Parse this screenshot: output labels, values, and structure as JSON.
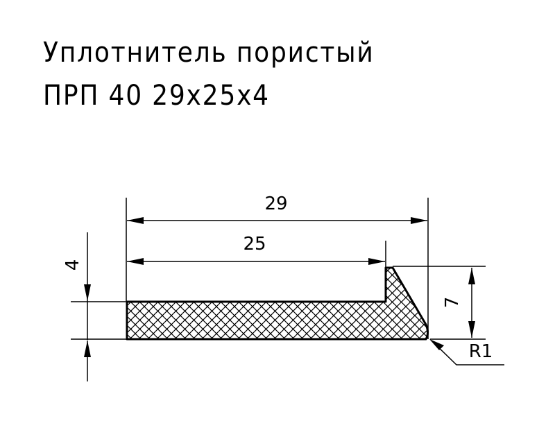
{
  "title": {
    "line1": "Уплотнитель пористый",
    "line2": "ПРП 40 29x25x4"
  },
  "dimensions": {
    "overall_width": "29",
    "inner_width": "25",
    "thickness": "4",
    "height": "7",
    "radius": "R1"
  },
  "colors": {
    "line": "#000000",
    "background": "#ffffff"
  }
}
